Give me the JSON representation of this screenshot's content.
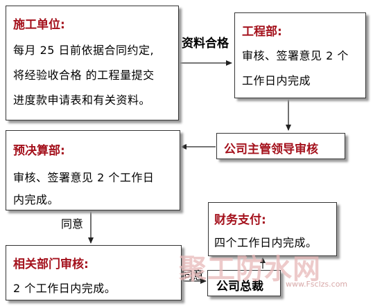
{
  "nodes": {
    "construction_unit": {
      "title": "施工单位:",
      "lines": [
        "每月 25 日前依据合同约定,",
        "将经验收合格 的工程量提交",
        "进度款申请表和有关资料。"
      ]
    },
    "engineering_dept": {
      "title": "工程部:",
      "lines": [
        "审核、签署意见 2 个",
        "工作日内完成"
      ]
    },
    "leader_review": {
      "title": "公司主管领导审核"
    },
    "budget_dept": {
      "title": "预决算部:",
      "lines": [
        "审核、签署意见 2 个工作日",
        "内完成。"
      ]
    },
    "finance_payment": {
      "title": "财务支付:",
      "lines": [
        "四个工作日内完成。"
      ]
    },
    "related_dept": {
      "title": "相关部门审核:",
      "lines": [
        "2 个工作日内完成。"
      ]
    },
    "ceo": {
      "title": "公司总裁"
    }
  },
  "edge_labels": {
    "materials_qualified": "资料合格",
    "agree_1": "同意",
    "agree_2": "同意"
  },
  "watermark": {
    "brand": "聚工防水网",
    "url": "www.Fsclzs.com"
  },
  "colors": {
    "title_red": "#a4111c",
    "watermark": "#e8b9b9"
  }
}
